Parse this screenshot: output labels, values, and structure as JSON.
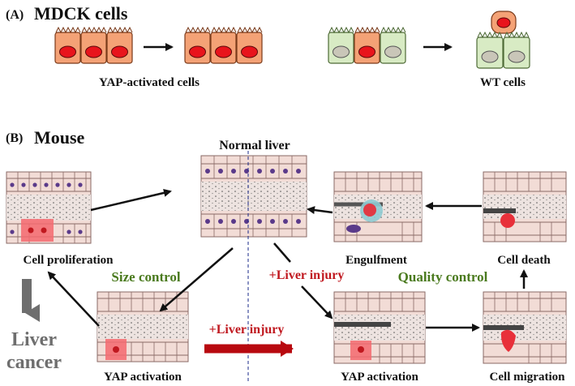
{
  "panel_a": {
    "letter": "(A)",
    "title": "MDCK cells",
    "left_caption": "YAP-activated cells",
    "right_caption": "WT cells"
  },
  "panel_b": {
    "letter": "(B)",
    "title": "Mouse",
    "normal_liver": "Normal liver",
    "cell_proliferation": "Cell proliferation",
    "size_control": "Size control",
    "liver_injury_center": "+Liver injury",
    "liver_injury_left": "+Liver injury",
    "quality_control": "Quality control",
    "engulfment": "Engulfment",
    "cell_death": "Cell death",
    "cell_migration": "Cell migration",
    "yap_activation_left": "YAP activation",
    "yap_activation_right": "YAP activation",
    "liver_cancer_line1": "Liver",
    "liver_cancer_line2": "cancer"
  },
  "colors": {
    "yap_cell": "#f4a276",
    "yap_nucleus": "#e8141c",
    "wt_cell": "#d8ebc4",
    "wt_nucleus": "#c9c6b8",
    "hepatocyte": "#f2dcd6",
    "green_label": "#4a7a1e",
    "red_label": "#c0181f",
    "red_arrow": "#b8090f",
    "grey_arrow": "#6e6e6e",
    "divider": "#1a2a8a"
  }
}
